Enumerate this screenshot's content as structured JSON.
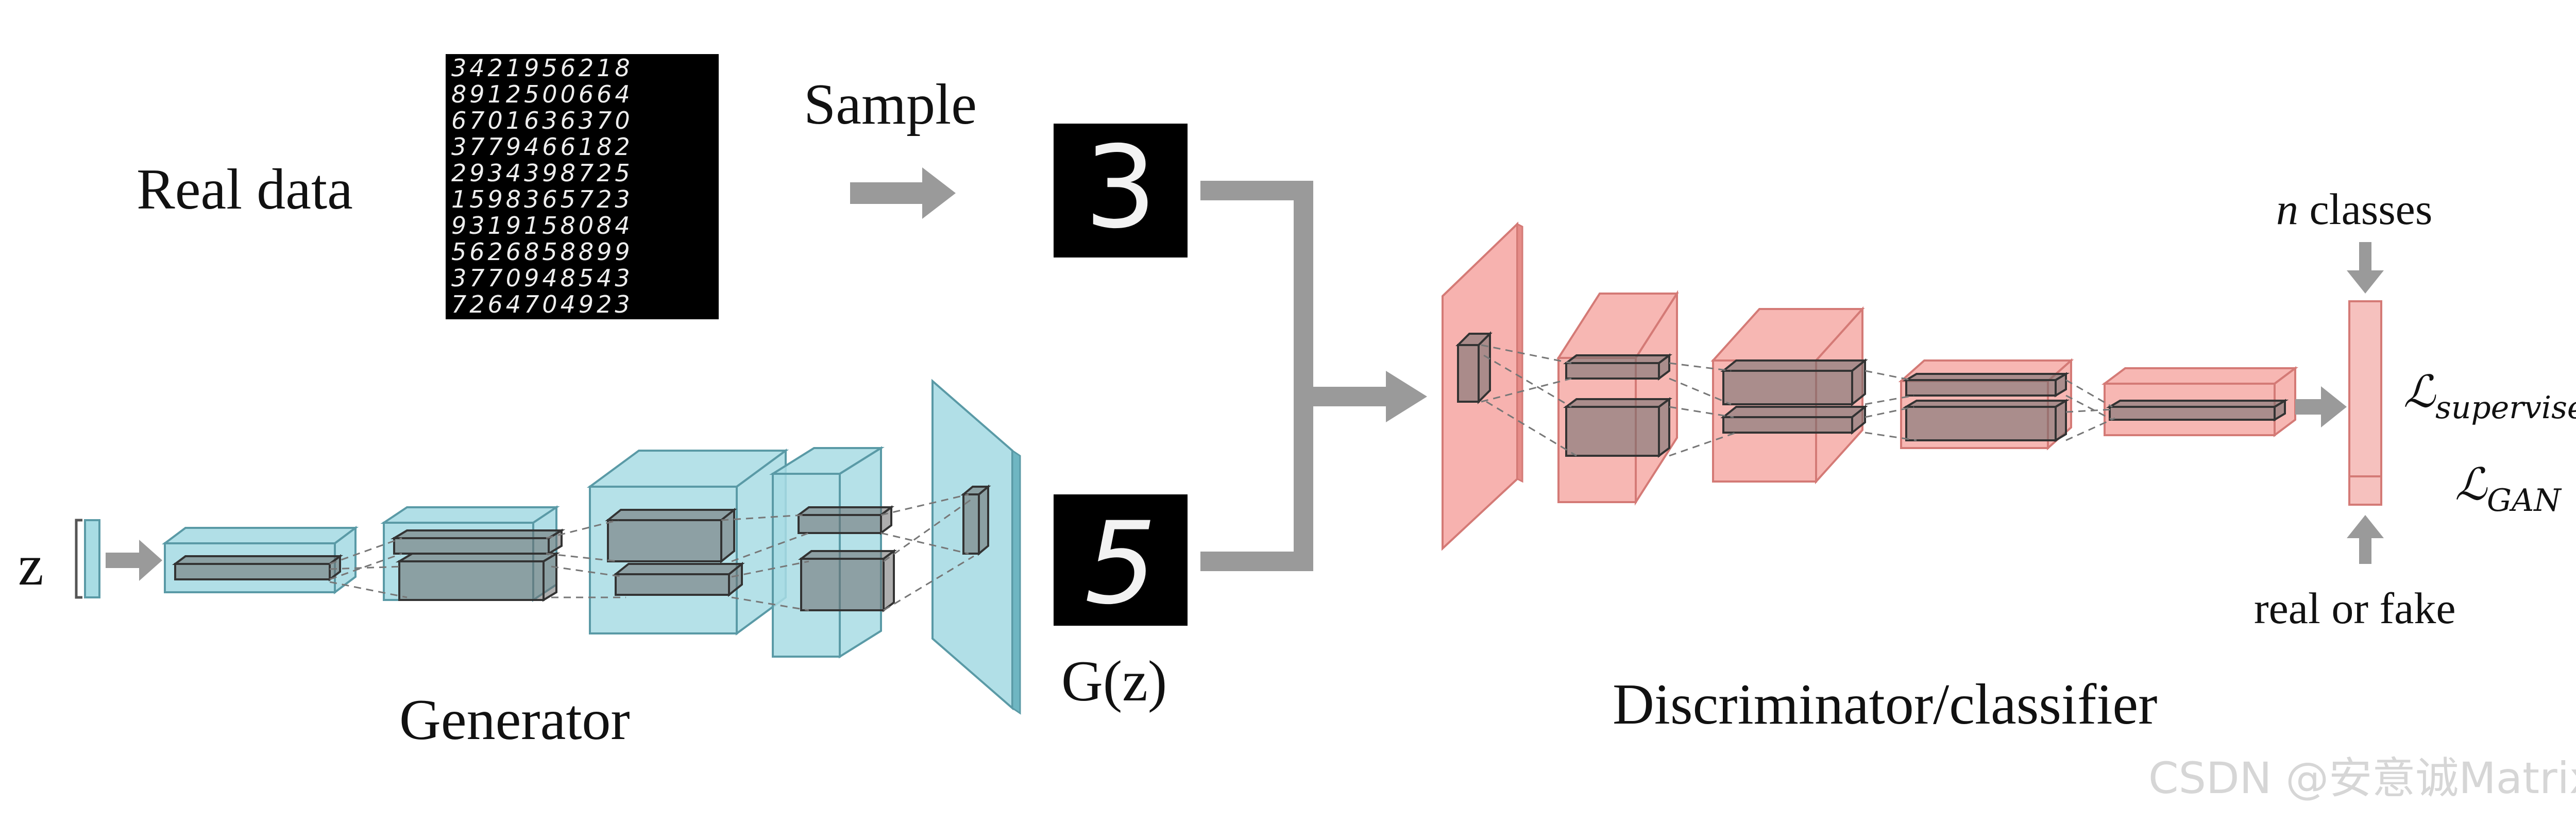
{
  "labels": {
    "real_data": "Real data",
    "sample": "Sample",
    "gz": "G(z)",
    "z": "z",
    "generator": "Generator",
    "discriminator": "Discriminator/classifier",
    "n_classes_n": "n",
    "n_classes_rest": " classes",
    "real_or_fake": "real or fake",
    "loss_supervised_base": "ℒ",
    "loss_supervised_sub": "supervised",
    "loss_gan_base": "ℒ",
    "loss_gan_sub": "GAN"
  },
  "mnist_grid_rows": [
    "3421956218",
    "8912500664",
    "6701636370",
    "3779466182",
    "2934398725",
    "1598365723",
    "9319158084",
    "5626858899",
    "3770948543",
    "7264704923"
  ],
  "sample_digit": "3",
  "generated_digit": "5",
  "watermark": "CSDN @安意诚Matrix",
  "colors": {
    "generator_fill": "#a8dce4",
    "generator_stroke": "#5a9aa6",
    "discriminator_fill": "#f6aaa6",
    "discriminator_stroke": "#d47a76",
    "arrow": "#9a9a9a",
    "inner_block": "#6b6b6b"
  }
}
